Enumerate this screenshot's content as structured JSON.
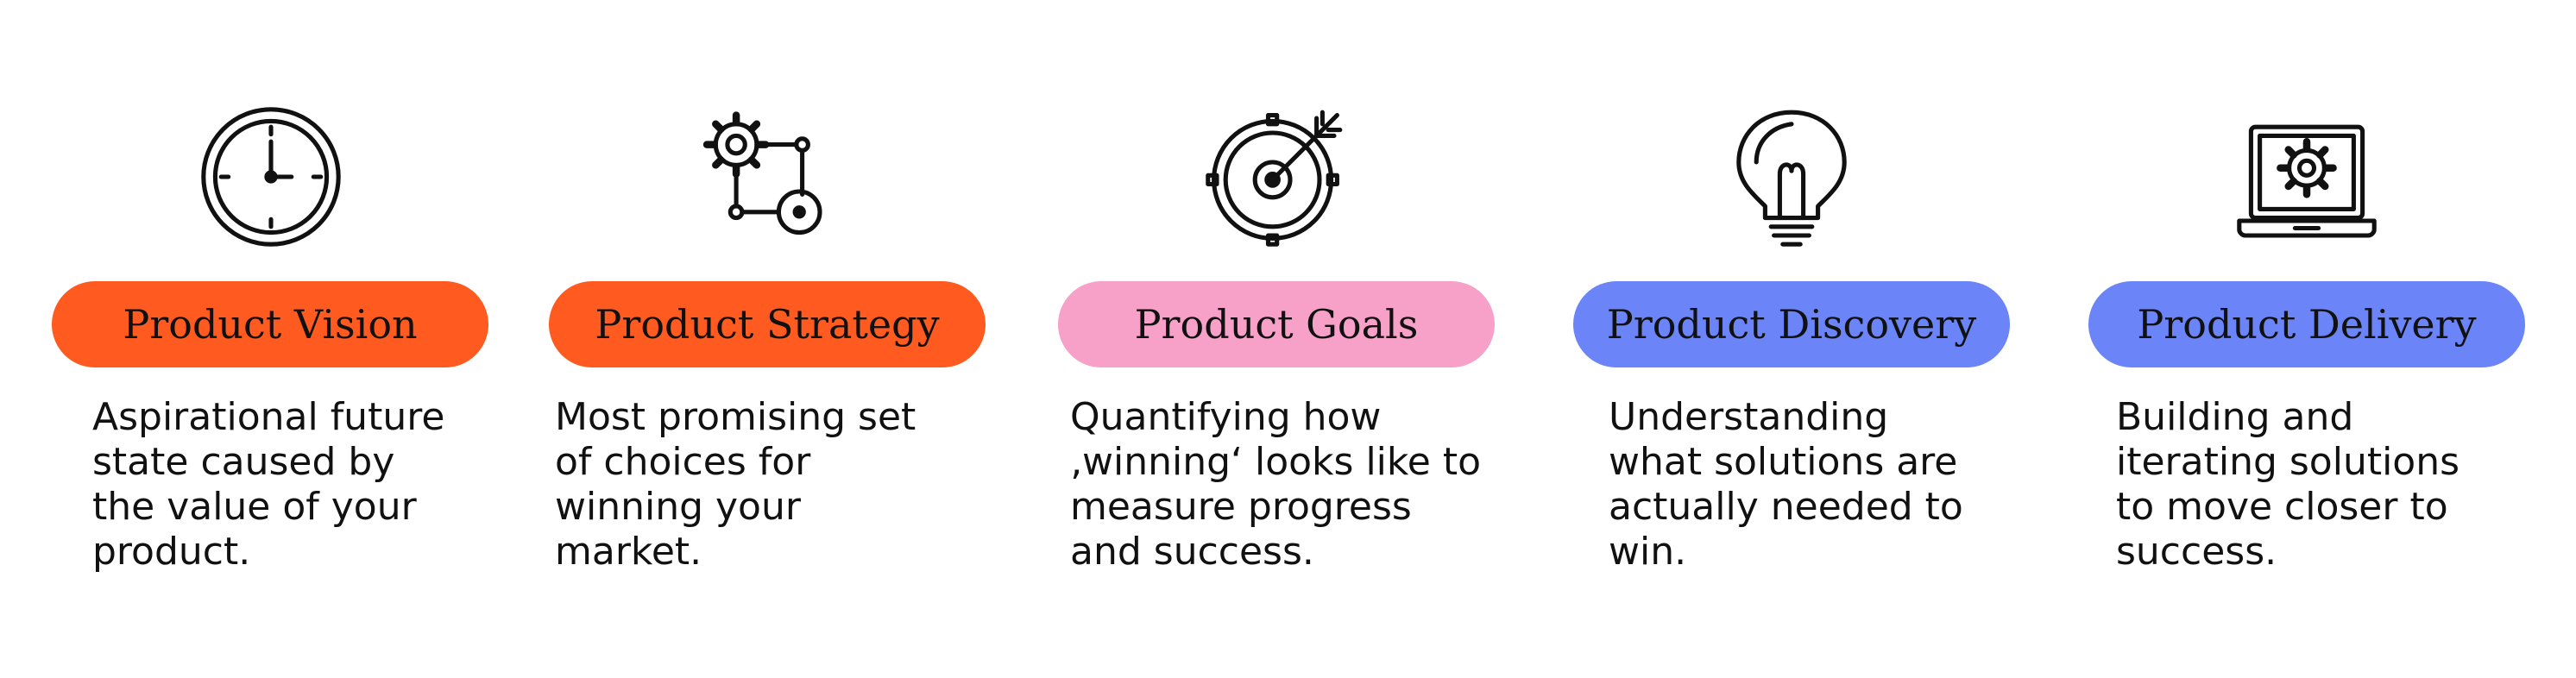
{
  "colors": {
    "orange": "#ff5a1f",
    "pink": "#f7a0c8",
    "blue": "#6b84f7"
  },
  "stages": [
    {
      "icon": "clock-icon",
      "label": "Product Vision",
      "color": "#ff5a1f",
      "description_lines": [
        "Aspirational future",
        "state caused by",
        "the value of your",
        "product."
      ]
    },
    {
      "icon": "gear-network-icon",
      "label": "Product Strategy",
      "color": "#ff5a1f",
      "description_lines": [
        "Most promising set",
        "of choices for",
        "winning your",
        "market."
      ]
    },
    {
      "icon": "target-icon",
      "label": "Product Goals",
      "color": "#f7a0c8",
      "description_lines": [
        "Quantifying how",
        "‚winning‘ looks like to",
        "measure progress",
        "and success."
      ]
    },
    {
      "icon": "lightbulb-icon",
      "label": "Product Discovery",
      "color": "#6b84f7",
      "description_lines": [
        "Understanding",
        "what solutions are",
        "actually needed to",
        "win."
      ]
    },
    {
      "icon": "laptop-gear-icon",
      "label": "Product Delivery",
      "color": "#6b84f7",
      "description_lines": [
        "Building and",
        "iterating solutions",
        "to move closer to",
        "success."
      ]
    }
  ]
}
